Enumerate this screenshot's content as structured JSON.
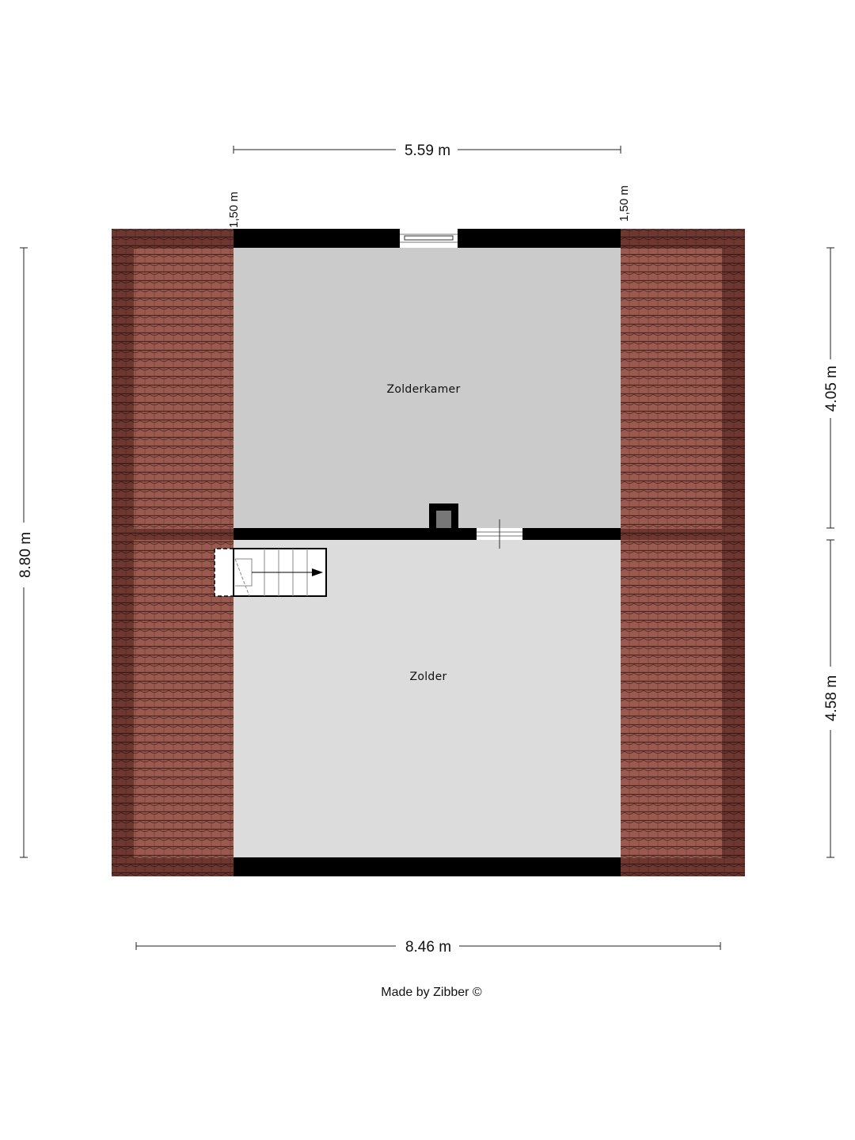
{
  "rooms": {
    "upper": "Zolderkamer",
    "lower": "Zolder"
  },
  "dimensions": {
    "top_width": "5.59 m",
    "bottom_width": "8.46 m",
    "left_height": "8.80 m",
    "right_upper_height": "4.05 m",
    "right_lower_height": "4.58 m",
    "roof_left": "1,50 m",
    "roof_right": "1,50 m"
  },
  "footer": {
    "credit": "Made by Zibber ©"
  },
  "colors": {
    "roof_tile": "#9a5a4f",
    "roof_dark": "#5e2f28",
    "wall": "#000000",
    "upper_floor": "#cbcbcb",
    "lower_floor": "#dcdcdc"
  }
}
